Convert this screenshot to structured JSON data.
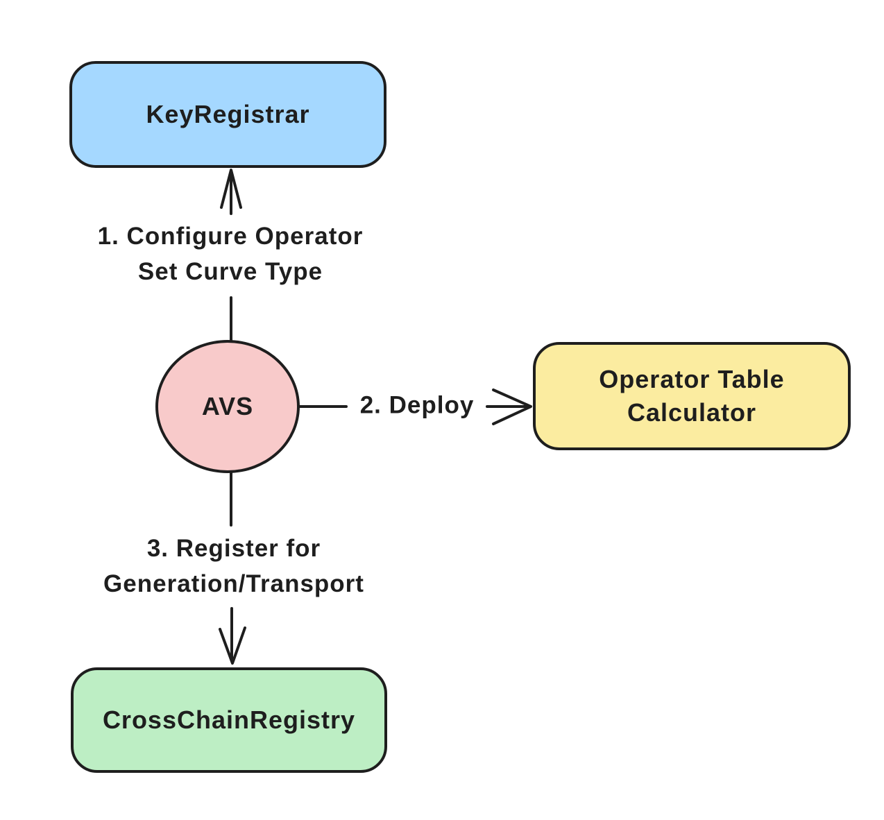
{
  "canvas": {
    "background": "#ffffff",
    "stroke_color": "#1e1e1e"
  },
  "nodes": {
    "key_registrar": {
      "label": "KeyRegistrar",
      "fill": "#a5d8ff"
    },
    "avs": {
      "label": "AVS",
      "fill": "#f8caca"
    },
    "operator_table_calculator": {
      "label_lines": [
        "Operator Table",
        "Calculator"
      ],
      "fill": "#fbeca0"
    },
    "cross_chain_registry": {
      "label": "CrossChainRegistry",
      "fill": "#bdeec4"
    }
  },
  "edges": {
    "avs_to_key_registrar": {
      "label_lines": [
        "1. Configure Operator",
        "Set Curve Type"
      ]
    },
    "avs_to_operator_table_calculator": {
      "label": "2. Deploy"
    },
    "avs_to_cross_chain_registry": {
      "label_lines": [
        "3. Register for",
        "Generation/Transport"
      ]
    }
  }
}
